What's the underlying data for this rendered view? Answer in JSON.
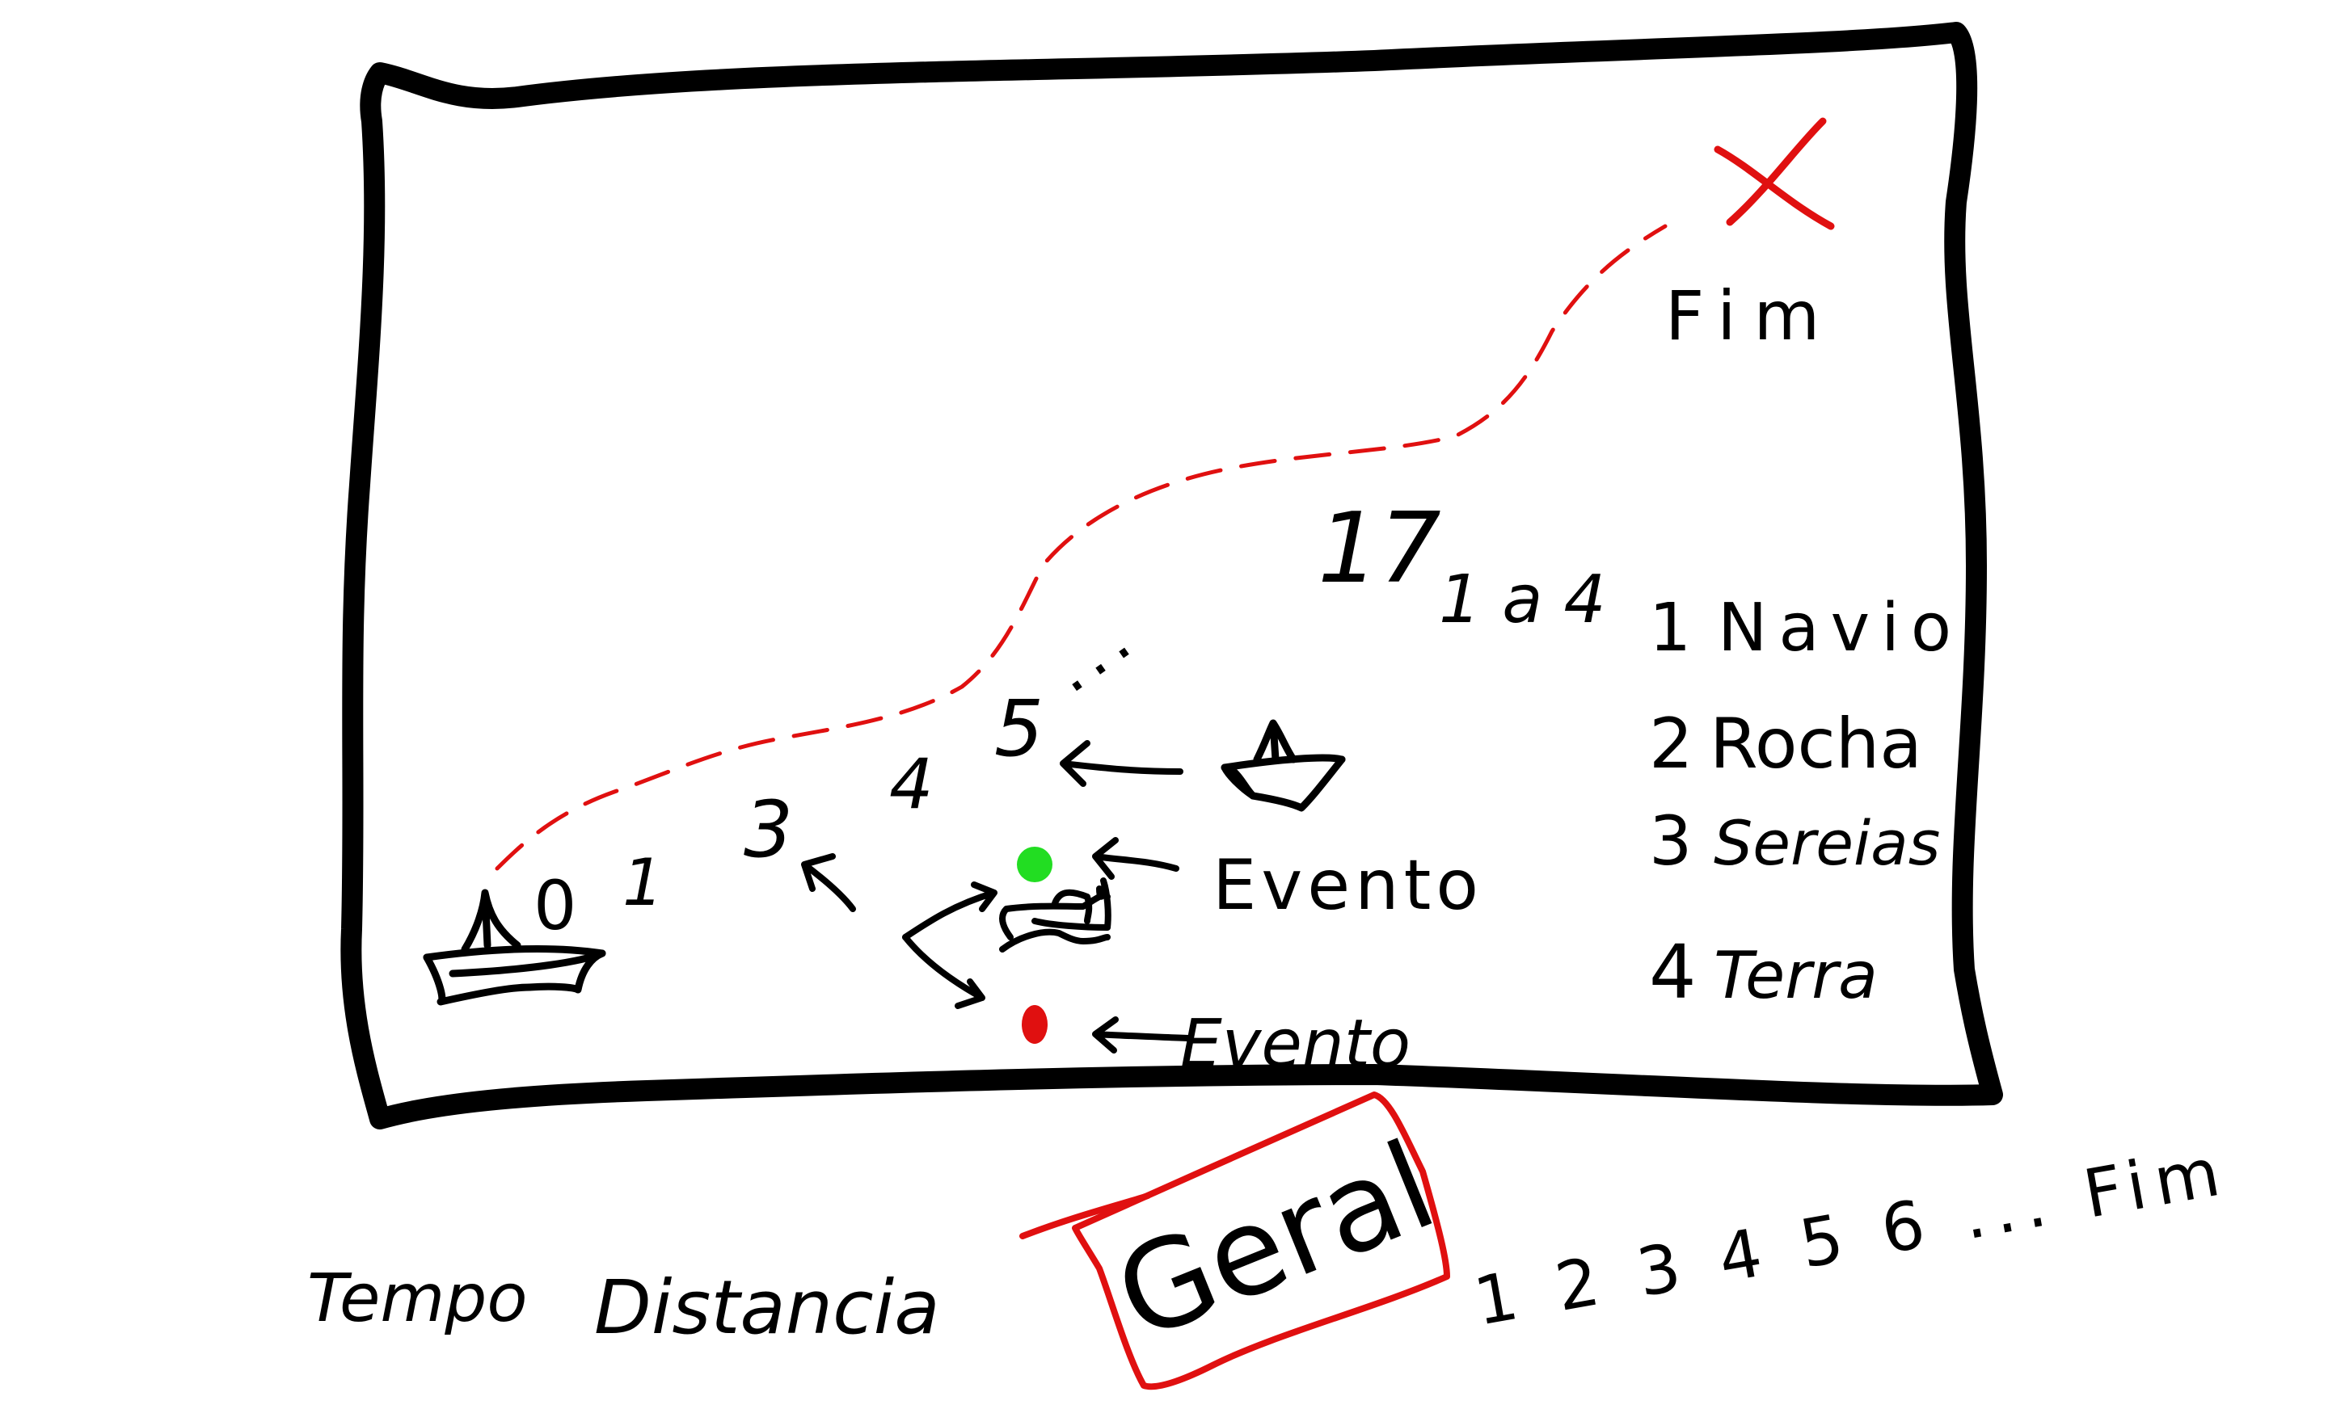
{
  "colors": {
    "ink": "#000000",
    "route": "#e01010",
    "highlight": "#e01010",
    "event_good": "#22dd22",
    "event_bad": "#e01010",
    "background": "#ffffff"
  },
  "board": {
    "finish_label": "Fim",
    "path_markers": {
      "start": "0",
      "m1": "1",
      "m3": "3",
      "m4": "4",
      "m5": "5",
      "ellipsis": "...",
      "m17": "17"
    },
    "dice_range": "1 a 4",
    "legend": [
      {
        "num": "1",
        "label": "Navio"
      },
      {
        "num": "2",
        "label": "Rocha"
      },
      {
        "num": "3",
        "label": "Sereias"
      },
      {
        "num": "4",
        "label": "Terra"
      }
    ],
    "events": {
      "good_label": "Evento",
      "bad_label": "Evento"
    }
  },
  "bottom": {
    "tempo": "Tempo",
    "distancia": "Distancia",
    "geral": "Geral",
    "sequence": "1 2 3 4 5 6 ... Fim"
  },
  "icons": {
    "start_ship": "ship-icon",
    "approaching_ship": "ship-icon",
    "player_boat": "boat-icon",
    "finish": "x-mark-icon",
    "good_event": "green-dot-icon",
    "bad_event": "red-dot-icon"
  }
}
